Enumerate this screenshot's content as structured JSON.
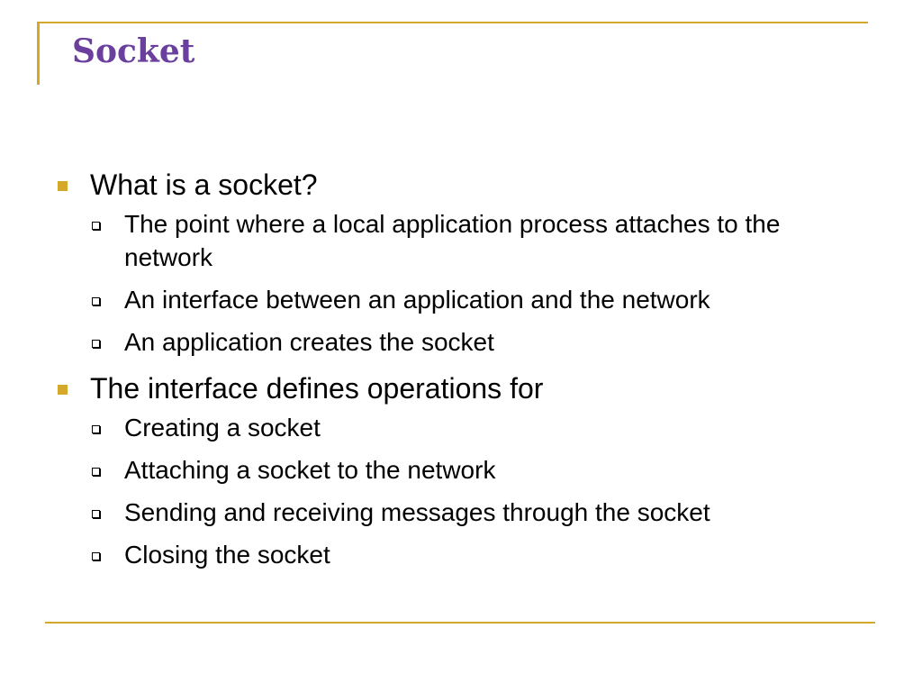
{
  "slide": {
    "title": "Socket",
    "accent_color": "#d4a82a",
    "title_color": "#6b3f9e",
    "bullets": [
      {
        "text": "What is a socket?",
        "sub": [
          "The point where a local application process attaches to the network",
          "An interface between an application and the network",
          "An application creates the socket"
        ]
      },
      {
        "text": "The interface defines operations for",
        "sub": [
          "Creating a socket",
          "Attaching a socket to the network",
          "Sending and receiving messages through the socket",
          "Closing the socket"
        ]
      }
    ]
  }
}
